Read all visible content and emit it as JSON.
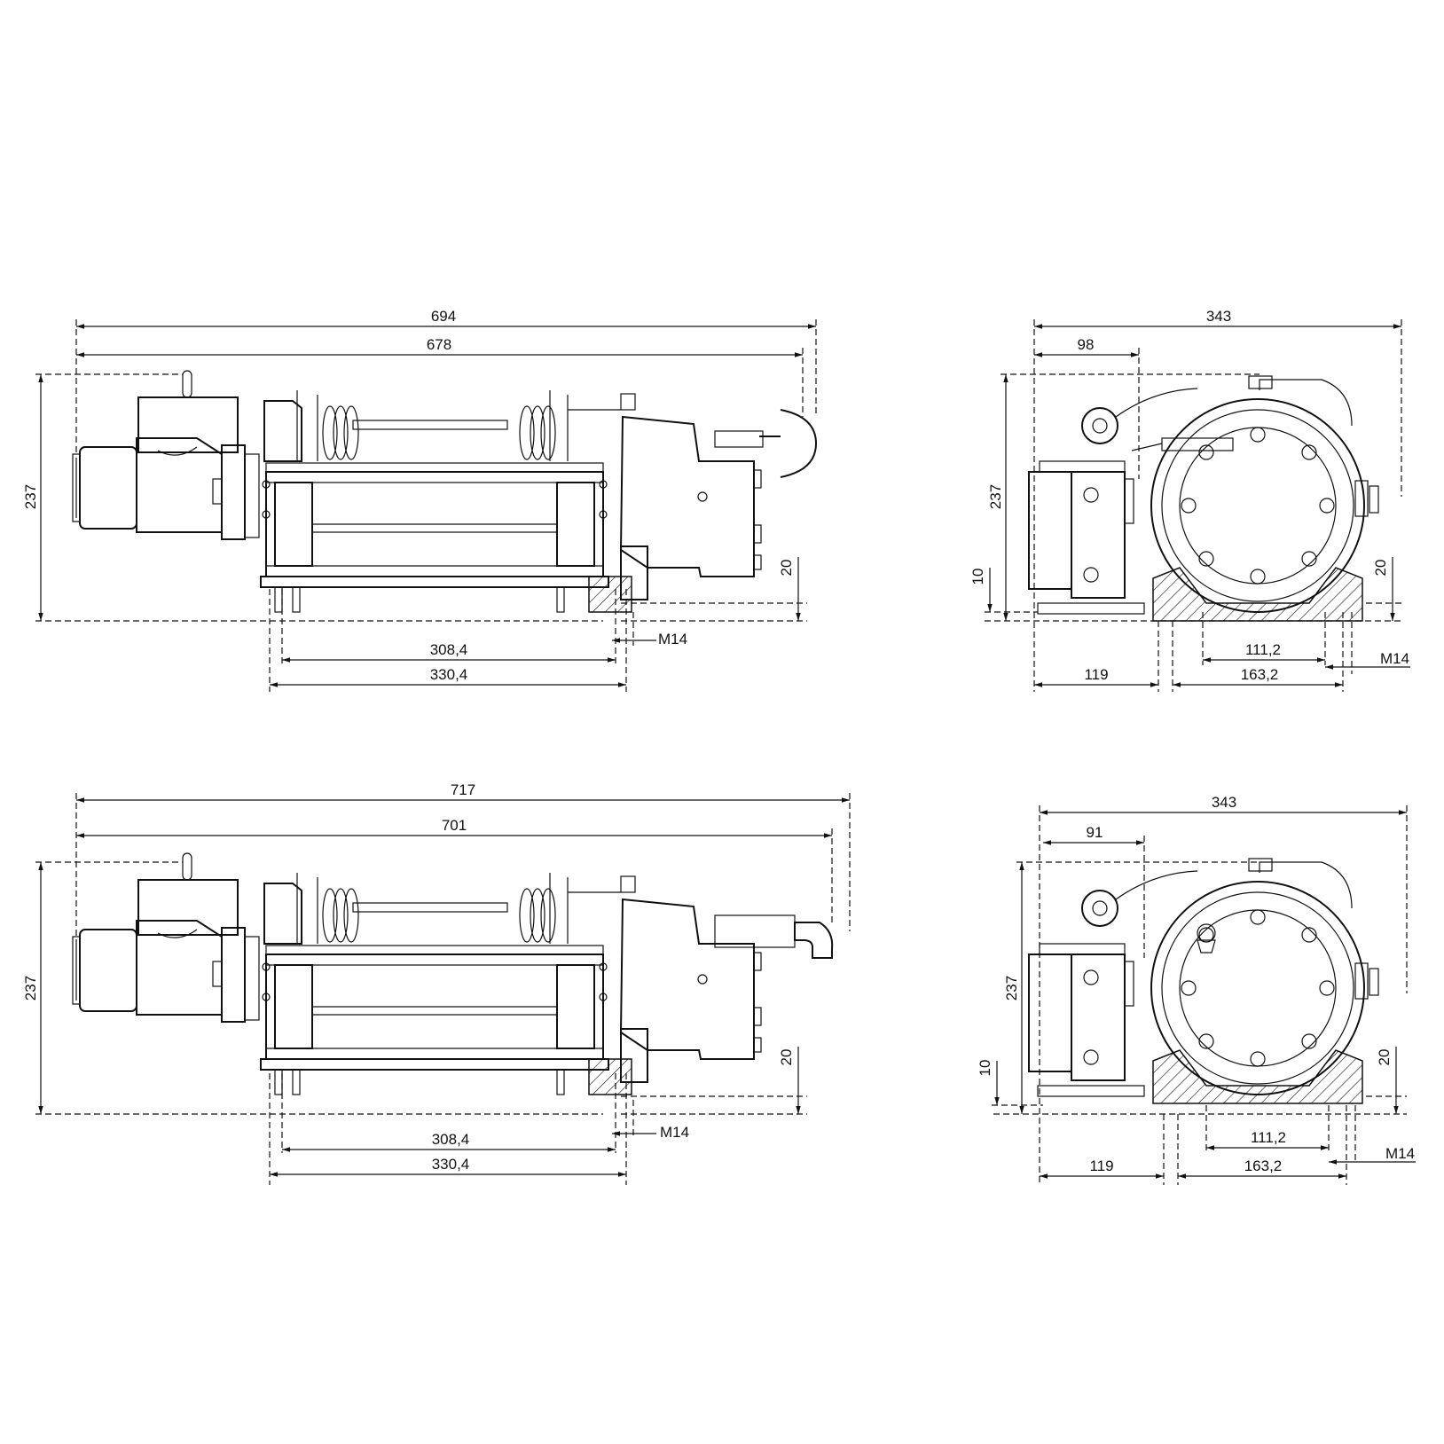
{
  "views": {
    "top_side": {
      "overall_length": "694",
      "inner_length": "678",
      "height": "237",
      "base_offset": "20",
      "foot_spacing_inner": "308,4",
      "foot_spacing_outer": "330,4",
      "bolt": "M14"
    },
    "top_end": {
      "width": "343",
      "offset": "98",
      "height": "237",
      "base_thickness": "10",
      "base_offset": "20",
      "left_foot": "119",
      "hole_spacing_inner": "111,2",
      "hole_spacing_outer": "163,2",
      "bolt": "M14"
    },
    "bottom_side": {
      "overall_length": "717",
      "inner_length": "701",
      "height": "237",
      "base_offset": "20",
      "foot_spacing_inner": "308,4",
      "foot_spacing_outer": "330,4",
      "bolt": "M14"
    },
    "bottom_end": {
      "width": "343",
      "offset": "91",
      "height": "237",
      "base_thickness": "10",
      "base_offset": "20",
      "left_foot": "119",
      "hole_spacing_inner": "111,2",
      "hole_spacing_outer": "163,2",
      "bolt": "M14"
    }
  }
}
